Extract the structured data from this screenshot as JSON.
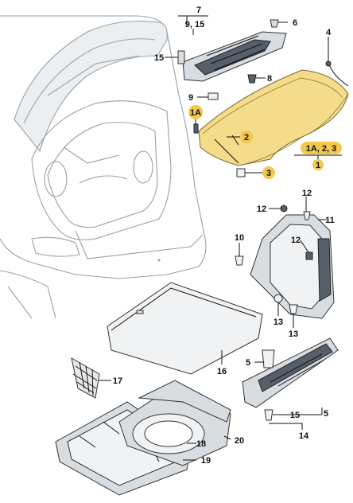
{
  "labels": {
    "l7": "7",
    "l9_15": "9, 15",
    "l6": "6",
    "l4": "4",
    "l15a": "15",
    "l8": "8",
    "l9": "9",
    "l1A": "1A",
    "l2": "2",
    "l1A23": "1A, 2, 3",
    "l1": "1",
    "l3": "3",
    "l12a": "12",
    "l12b": "12",
    "l11": "11",
    "l10": "10",
    "l12c": "12",
    "l13a": "13",
    "l13b": "13",
    "l16": "16",
    "l17": "17",
    "l5a": "5",
    "l15b": "15",
    "l5b": "5",
    "l14": "14",
    "l18": "18",
    "l20": "20",
    "l19": "19"
  },
  "colors": {
    "highlight_part": "#f4dc8a",
    "highlight_label": "#f2c94c",
    "line": "#111111"
  }
}
